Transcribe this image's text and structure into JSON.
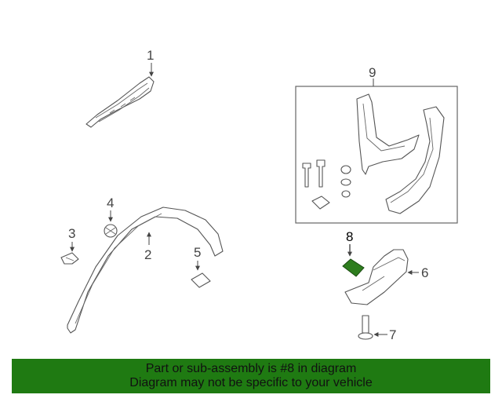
{
  "diagram": {
    "callouts": {
      "c1": "1",
      "c2": "2",
      "c3": "3",
      "c4": "4",
      "c5": "5",
      "c6": "6",
      "c7": "7",
      "c8": "8",
      "c9": "9"
    },
    "highlighted_part": "8",
    "highlight_color": "#2e7d1e",
    "line_color": "#555555"
  },
  "banner": {
    "line1": "Part or sub-assembly is #8 in diagram",
    "line2": "Diagram may not be specific to your vehicle",
    "background": "#1f7a12"
  }
}
